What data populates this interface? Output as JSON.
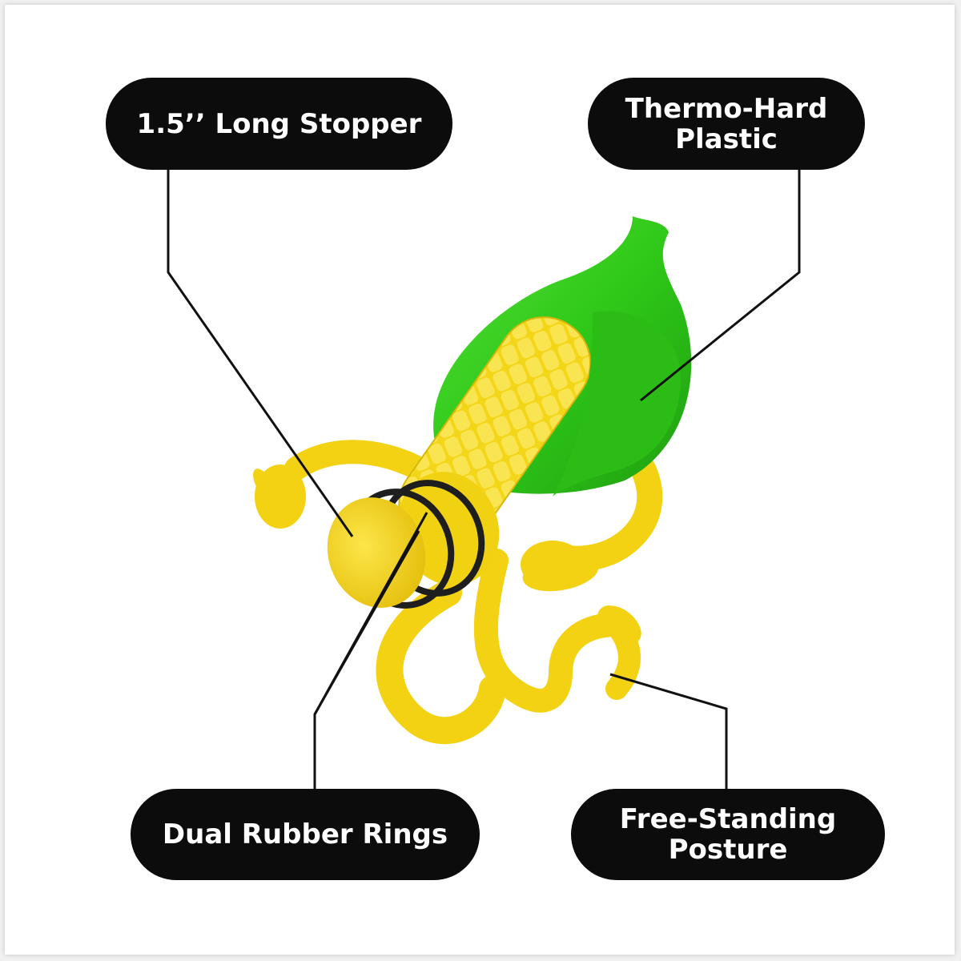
{
  "callouts": {
    "stopper": "1.5’’ Long Stopper",
    "plastic_line1": "Thermo-Hard",
    "plastic_line2": "Plastic",
    "rings": "Dual Rubber Rings",
    "posture_line1": "Free-Standing",
    "posture_line2": "Posture"
  },
  "colors": {
    "pill_bg": "#0c0c0c",
    "pill_text": "#ffffff",
    "corn_yellow": "#f6dc16",
    "husk_green": "#2fc818",
    "ring_black": "#1e1e1e"
  }
}
